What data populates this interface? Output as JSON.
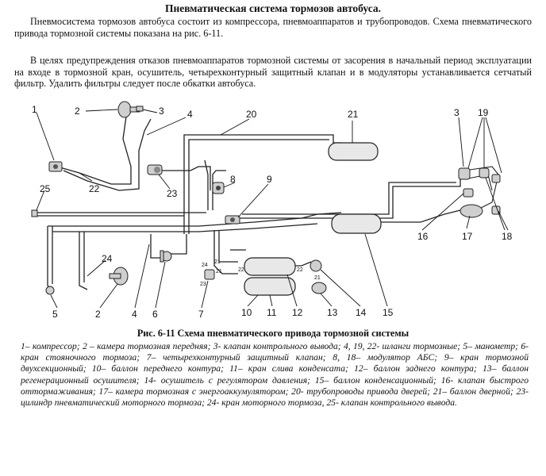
{
  "document": {
    "title": "Пневматическая система тормозов автобуса.",
    "paragraph1": "Пневмосистема тормозов автобуса состоит из компрессора, пневмоаппаратов и трубопроводов. Схема пневматического привода тормозной системы показана на рис. 6-11.",
    "paragraph2": "В целях предупреждения отказов пневмоаппаратов тормозной системы от засорения в начальный период эксплуатации на входе в тормозной кран, осушитель, четырехконтурный защитный клапан и в модуляторы устанавливается сетчатый фильтр. Удалить фильтры следует после обкатки автобуса.",
    "figure_caption": "Рис. 6-11  Схема пневматического привода тормозной системы",
    "legend": "1– компрессор; 2 – камера тормозная передняя; 3- клапан контрольного вывода; 4, 19, 22- шланги тормозные; 5– манометр; 6- кран стояночного тормоза; 7– четырехконтурный защитный клапан; 8, 18– модулятор АБС; 9– кран тормозной двухсекционный; 10– баллон переднего контура; 11– кран слива конденсата; 12– баллон заднего контура; 13– баллон регенерационный осушителя; 14- осушитель с регулятором давления; 15– баллон конденсационный; 16- клапан быстрого оттормаживания; 17– камера тормозная с энергоаккумулятором; 20- трубопроводы привода дверей; 21– баллон дверной; 23- цилиндр пневматический моторного тормоза; 24- кран моторного тормоза, 25- клапан контрольного вывода."
  },
  "diagram_labels": {
    "l1": "1",
    "l2a": "2",
    "l3a": "3",
    "l4a": "4",
    "l20": "20",
    "l21": "21",
    "l3b": "3",
    "l19": "19",
    "l8": "8",
    "l9": "9",
    "l22": "22",
    "l23": "23",
    "l25": "25",
    "l24": "24",
    "l16": "16",
    "l17": "17",
    "l18": "18",
    "l5": "5",
    "l2b": "2",
    "l4b": "4",
    "l6": "6",
    "l7": "7",
    "l10": "10",
    "l11": "11",
    "l12": "12",
    "l13": "13",
    "l14": "14",
    "l15": "15",
    "s24": "24",
    "s21a": "21",
    "s21b": "21",
    "s22a": "22",
    "s22b": "22",
    "s23": "23",
    "s21c": "21"
  }
}
